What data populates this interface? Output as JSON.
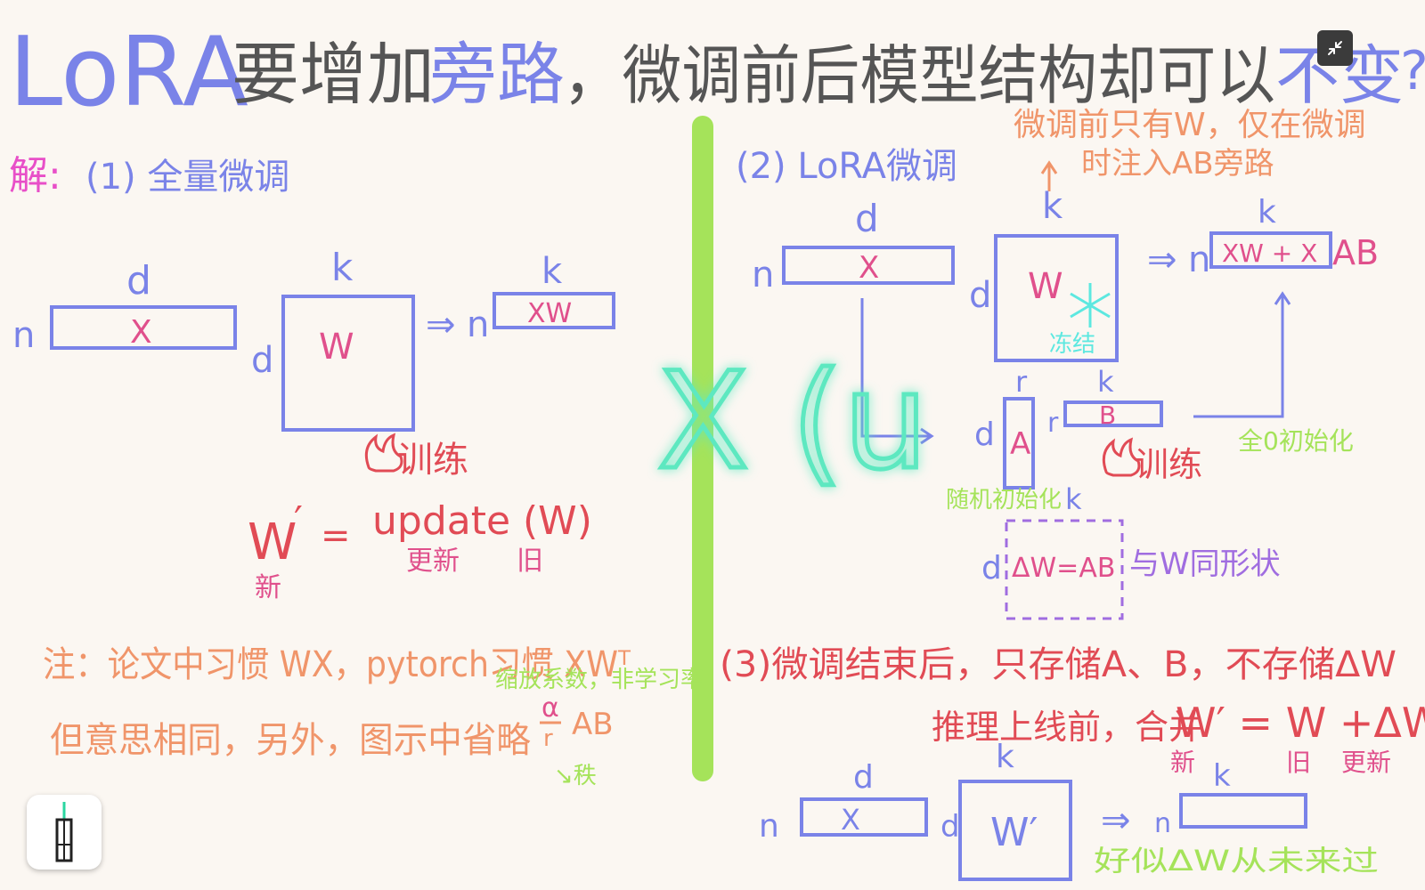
{
  "title": {
    "part1": "LoRA",
    "part2": "要增加",
    "part3": "旁路",
    "part4": "，微调前后模型结构却可以",
    "part5": "不变",
    "part6": "?"
  },
  "colors": {
    "blue": "#7a83e8",
    "pink": "#e0508c",
    "red": "#e14b55",
    "orange": "#f0956a",
    "green": "#a5e35a",
    "dark": "#555555",
    "magenta": "#e84fc8",
    "purple": "#a06de0",
    "glow": "#5de8c0"
  },
  "section1": {
    "jie": "解:",
    "heading": "(1) 全量微调",
    "x": "X",
    "n": "n",
    "d": "d",
    "k": "k",
    "w": "W",
    "xw": "XW",
    "arrow": "⇒",
    "train": "训练",
    "formula_lhs": "W",
    "formula_prime": "′",
    "formula_eq": "=",
    "formula_rhs": "update (W)",
    "label_new": "新",
    "label_update": "更新",
    "label_old": "旧"
  },
  "section2": {
    "heading": "(2) LoRA微调",
    "note_line1": "微调前只有W，仅在微调",
    "note_line2": "时注入AB旁路",
    "x": "X",
    "n": "n",
    "d": "d",
    "k": "k",
    "w": "W",
    "frozen": "冻结",
    "result_inner": "XW + X",
    "result_ab": "AB",
    "arrow": "⇒",
    "a": "A",
    "b": "B",
    "r": "r",
    "train": "训练",
    "zero_init": "全0初始化",
    "random_init": "随机初始化",
    "delta": "ΔW=AB",
    "same_shape": "与W同形状"
  },
  "section3": {
    "heading": "(3)微调结束后，只存储A、B，不存储ΔW",
    "merge_prefix": "推理上线前，合并",
    "merge_formula": "W′ = W +ΔW",
    "label_new": "新",
    "label_old": "旧",
    "label_update": "更新",
    "x": "X",
    "n": "n",
    "d": "d",
    "k": "k",
    "wprime": "W′",
    "arrow": "⇒",
    "never": "好似ΔW从未来过"
  },
  "note": {
    "line1": "注：论文中习惯 WX，pytorch习惯 XWᵀ",
    "line2": "但意思相同，另外，图示中省略",
    "fraction_num": "α",
    "fraction_den": "r",
    "after_fraction": "AB",
    "scale_label": "缩放系数，非学习率",
    "rank_label": "↘秩"
  },
  "overlay": {
    "text": "X (u"
  },
  "controls": {
    "collapse_icon": "collapse-icon"
  }
}
